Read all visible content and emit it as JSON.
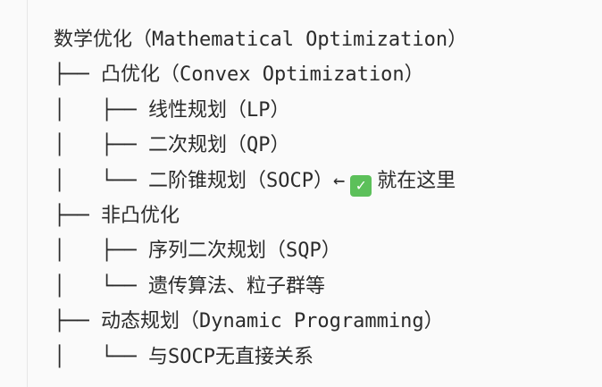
{
  "lines": [
    "数学优化（Mathematical Optimization）",
    "├── 凸优化（Convex Optimization）",
    "│   ├── 线性规划（LP）",
    "│   ├── 二次规划（QP）",
    "│   └── 二阶锥规划（SOCP）←",
    "├── 非凸优化",
    "│   ├── 序列二次规划（SQP）",
    "│   └── 遗传算法、粒子群等",
    "├── 动态规划（Dynamic Programming）",
    "│   └── 与SOCP无直接关系"
  ],
  "marker": {
    "icon": "check-mark-icon",
    "glyph": "✓",
    "color": "#5cc05a",
    "text": "就在这里"
  }
}
